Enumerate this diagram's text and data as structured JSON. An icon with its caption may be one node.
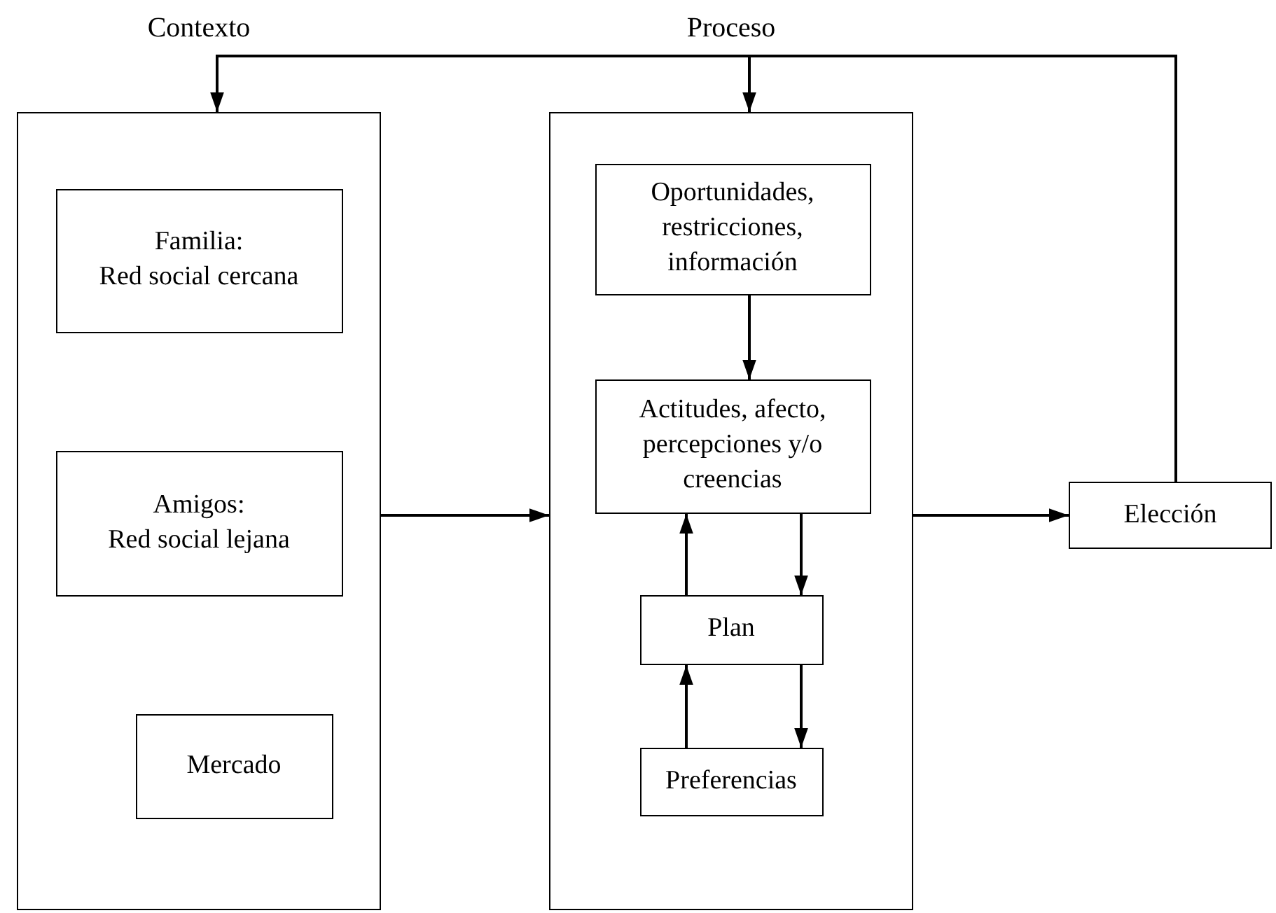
{
  "diagram": {
    "nodes": [
      {
        "text": [
          "Contexto"
        ]
      },
      {
        "text": [
          "Familia:",
          "Red social cercana"
        ],
        "in": 0
      },
      {
        "text": [
          "Amigos:",
          "Red social lejana"
        ],
        "in": 0
      },
      {
        "text": [
          "Mercado"
        ],
        "in": 0
      },
      {
        "text": [
          "Proceso"
        ]
      },
      {
        "text": [
          "Oportunidades, restricciones, información"
        ],
        "in": 4
      },
      {
        "text": [
          "Actitudes, afecto, percepciones y/o creencias"
        ],
        "in": 4
      },
      {
        "text": [
          "Plan"
        ],
        "in": 4
      },
      {
        "text": [
          "Preferencias"
        ],
        "in": 4
      },
      {
        "text": [
          "Elección"
        ]
      }
    ],
    "edges": [
      {
        "from": 0,
        "to": 4,
        "arrow": "to"
      },
      {
        "from": 4,
        "to": 9,
        "arrow": "to"
      },
      {
        "from": 9,
        "to": 0,
        "arrow": "to"
      },
      {
        "from": 9,
        "to": 4,
        "arrow": "to"
      },
      {
        "from": 5,
        "to": 6,
        "arrow": "to"
      },
      {
        "from": 6,
        "to": 7,
        "arrow": "to"
      },
      {
        "from": 7,
        "to": 6,
        "arrow": "to"
      },
      {
        "from": 7,
        "to": 8,
        "arrow": "to"
      },
      {
        "from": 8,
        "to": 7,
        "arrow": "to"
      }
    ]
  }
}
